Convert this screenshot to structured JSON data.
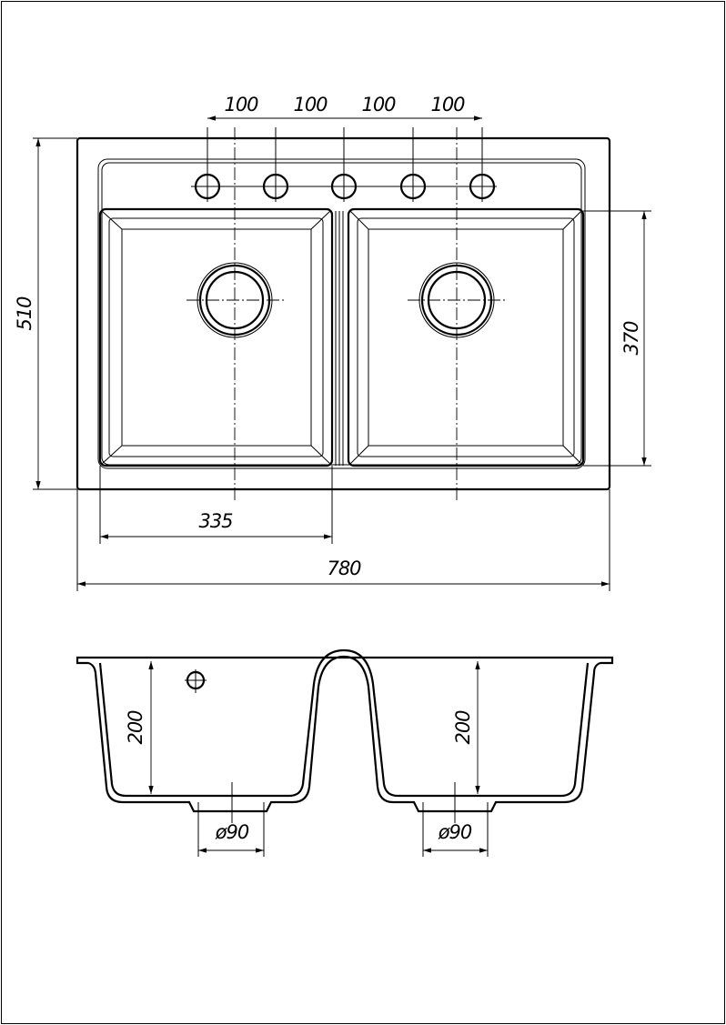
{
  "drawing": {
    "title": "Double bowl kitchen sink dimension drawing",
    "top_view": {
      "tap_hole_spacing": [
        "100",
        "100",
        "100",
        "100"
      ],
      "overall_depth": "510",
      "bowl_length": "370",
      "bowl_width": "335",
      "overall_width": "780"
    },
    "side_view": {
      "left_bowl_depth": "200",
      "right_bowl_depth": "200",
      "left_drain_diameter": "ø90",
      "right_drain_diameter": "ø90"
    },
    "colors": {
      "line": "#000000",
      "background": "#ffffff"
    }
  }
}
